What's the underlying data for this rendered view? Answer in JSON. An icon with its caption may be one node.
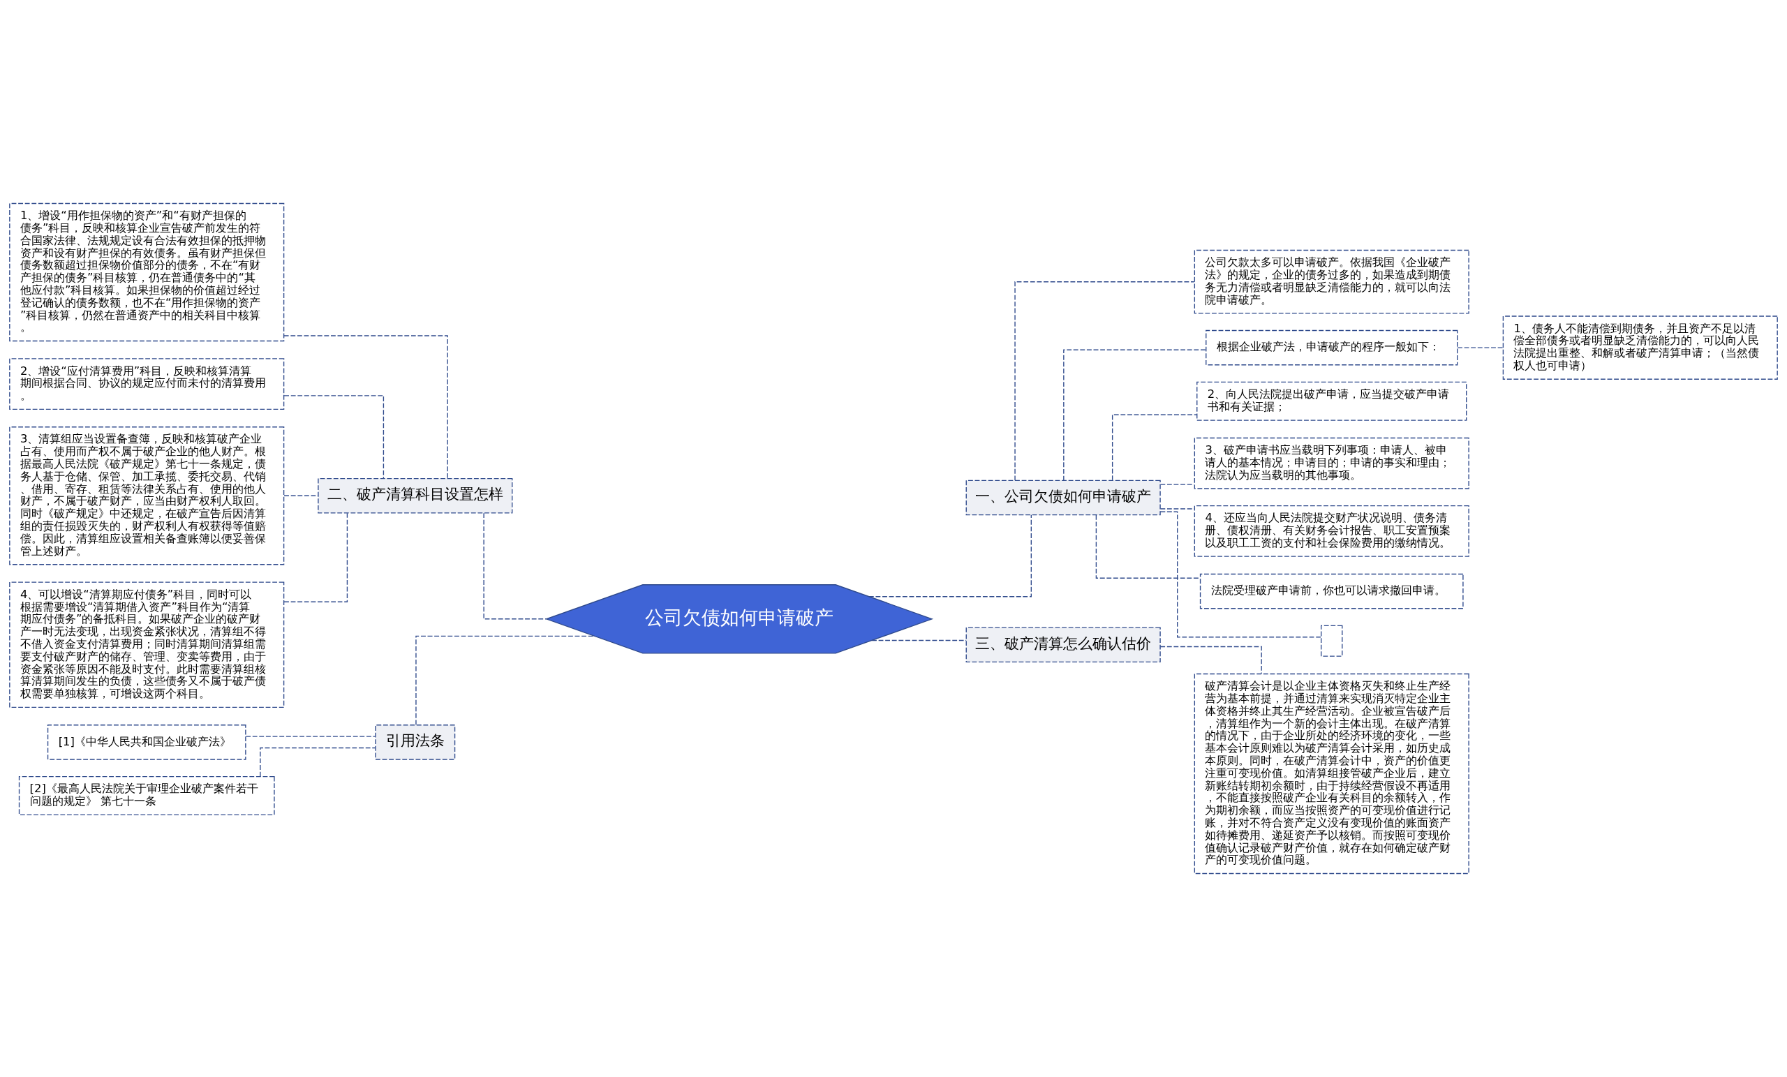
{
  "diagram": {
    "nodes": [
      {
        "text": [
          "公司欠债如何申请破产"
        ]
      },
      {
        "text": [
          "一、公司欠债如何申请破产"
        ]
      },
      {
        "text": [
          "公司欠款太多可以申请破产。依据我国《企业破产法》的规定，企业的债务过多的，如果造成到期债务无力清偿或者明显缺乏清偿能力的，就可以向法院申请破产。"
        ]
      },
      {
        "text": [
          "根据企业破产法，申请破产的程序一般如下："
        ]
      },
      {
        "text": [
          "1、债务人不能清偿到期债务，并且资产不足以清偿全部债务或者明显缺乏清偿能力的，可以向人民法院提出重整、和解或者破产清算申请；（当然债权人也可申请）"
        ]
      },
      {
        "text": [
          "2、向人民法院提出破产申请，应当提交破产申请书和有关证据；"
        ]
      },
      {
        "text": [
          "3、破产申请书应当载明下列事项：申请人、被申请人的基本情况；申请目的；申请的事实和理由；法院认为应当载明的其他事项。"
        ]
      },
      {
        "text": [
          "4、还应当向人民法院提交财产状况说明、债务清册、债权清册、有关财务会计报告、职工安置预案以及职工工资的支付和社会保险费用的缴纳情况。"
        ]
      },
      {
        "text": [
          "法院受理破产申请前，你也可以请求撤回申请。"
        ]
      },
      {
        "text": [],
        "shape": "box"
      },
      {
        "text": [
          "三、破产清算怎么确认估价"
        ]
      },
      {
        "text": [
          "破产清算会计是以企业主体资格灭失和终止生产经营为基本前提，并通过清算来实现消灭特定企业主体资格并终止其生产经营活动。企业被宣告破产后，清算组作为一个新的会计主体出现。在破产清算的情况下，由于企业所处的经济环境的变化，一些基本会计原则难以为破产清算会计采用，如历史成本原则。同时，在破产清算会计中，资产的价值更注重可变现价值。如清算组接管破产企业后，建立新账结转期初余额时，由于持续经营假设不再适用，不能直接按照破产企业有关科目的余额转入，作为期初余额，而应当按照资产的可变现价值进行记账，并对不符合资产定义没有变现价值的账面资产如待摊费用、递延资产予以核销。而按照可变现价值确认记录破产财产价值，就存在如何确定破产财产的可变现价值问题。"
        ]
      },
      {
        "text": [
          "二、破产清算科目设置怎样"
        ]
      },
      {
        "text": [
          "1、增设“用作担保物的资产”和“有财产担保的债务”科目，反映和核算企业宣告破产前发生的符合国家法律、法规规定设有合法有效担保的抵押物资产和设有财产担保的有效债务。虽有财产担保但债务数额超过担保物价值部分的债务，不在“有财产担保的债务”科目核算，仍在普通债务中的“其他应付款”科目核算。如果担保物的价值超过经过登记确认的债务数额，也不在“用作担保物的资产”科目核算，仍然在普通资产中的相关科目中核算。"
        ]
      },
      {
        "text": [
          "2、增设“应付清算费用”科目，反映和核算清算期间根据合同、协议的规定应付而未付的清算费用。"
        ]
      },
      {
        "text": [
          "3、清算组应当设置备查簿，反映和核算破产企业占有、使用而产权不属于破产企业的他人财产。根据最高人民法院《破产规定》第七十一条规定，债务人基于仓储、保管、加工承揽、委托交易、代销、借用、寄存、租赁等法律关系占有、使用的他人财产，不属于破产财产，应当由财产权利人取回。同时《破产规定》中还规定，在破产宣告后因清算组的责任损毁灭失的，财产权利人有权获得等值赔偿。因此，清算组应设置相关备查账簿以便妥善保管上述财产。"
        ]
      },
      {
        "text": [
          "4、可以增设“清算期应付债务”科目，同时可以根据需要增设“清算期借入资产”科目作为“清算期应付债务”的备抵科目。如果破产企业的破产财产一时无法变现，出现资金紧张状况，清算组不得不借入资金支付清算费用；同时清算期间清算组需要支付破产财产的储存、管理、变卖等费用，由于资金紧张等原因不能及时支付。此时需要清算组核算清算期间发生的负债，这些债务又不属于破产债权需要单独核算，可增设这两个科目。"
        ]
      },
      {
        "text": [
          "引用法条"
        ]
      },
      {
        "text": [
          "[1]《中华人民共和国企业破产法》"
        ]
      },
      {
        "text": [
          "[2]《最高人民法院关于审理企业破产案件若干问题的规定》 第七十一条"
        ]
      }
    ],
    "edges": [
      {
        "from": 0,
        "to": 1,
        "arrow": "none",
        "style": "dashed"
      },
      {
        "from": 1,
        "to": 2,
        "arrow": "none",
        "style": "dashed"
      },
      {
        "from": 1,
        "to": 3,
        "arrow": "none",
        "style": "dashed"
      },
      {
        "from": 3,
        "to": 4,
        "arrow": "none",
        "style": "dashed"
      },
      {
        "from": 1,
        "to": 5,
        "arrow": "none",
        "style": "dashed"
      },
      {
        "from": 1,
        "to": 6,
        "arrow": "none",
        "style": "dashed"
      },
      {
        "from": 1,
        "to": 7,
        "arrow": "none",
        "style": "dashed"
      },
      {
        "from": 1,
        "to": 8,
        "arrow": "none",
        "style": "dashed"
      },
      {
        "from": 1,
        "to": 9,
        "arrow": "none",
        "style": "dashed"
      },
      {
        "from": 0,
        "to": 10,
        "arrow": "none",
        "style": "dashed"
      },
      {
        "from": 10,
        "to": 11,
        "arrow": "none",
        "style": "dashed"
      },
      {
        "from": 0,
        "to": 12,
        "arrow": "none",
        "style": "dashed"
      },
      {
        "from": 12,
        "to": 13,
        "arrow": "none",
        "style": "dashed"
      },
      {
        "from": 12,
        "to": 14,
        "arrow": "none",
        "style": "dashed"
      },
      {
        "from": 12,
        "to": 15,
        "arrow": "none",
        "style": "dashed"
      },
      {
        "from": 12,
        "to": 16,
        "arrow": "none",
        "style": "dashed"
      },
      {
        "from": 0,
        "to": 17,
        "arrow": "none",
        "style": "dashed"
      },
      {
        "from": 17,
        "to": 18,
        "arrow": "none",
        "style": "dashed"
      },
      {
        "from": 17,
        "to": 19,
        "arrow": "none",
        "style": "dashed"
      }
    ]
  }
}
